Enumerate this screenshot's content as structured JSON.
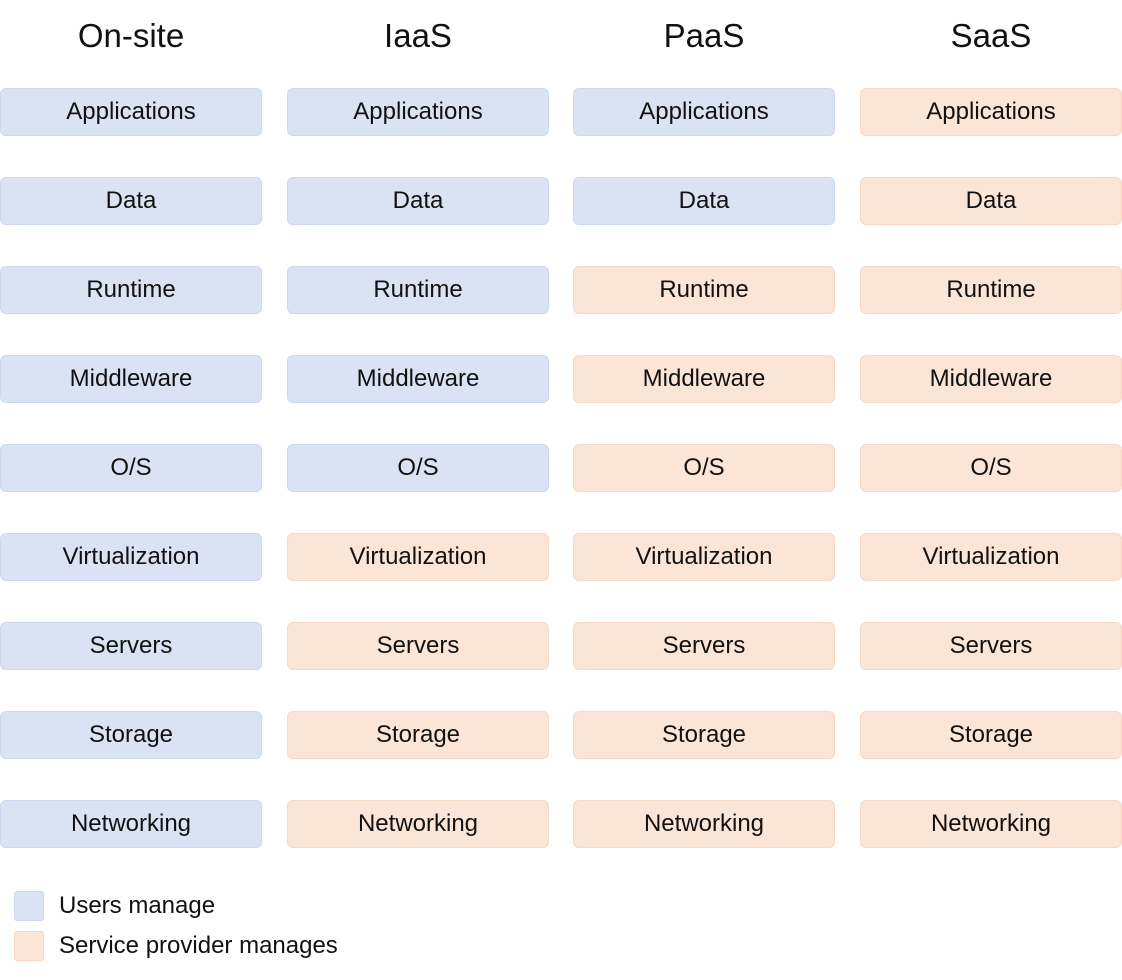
{
  "colors": {
    "user": "#dae3f3",
    "provider": "#fbe5d6",
    "user_border": "#cdd8ee",
    "provider_border": "#f6d9c5"
  },
  "columns": [
    {
      "title": "On-site",
      "layers": [
        {
          "label": "Applications",
          "owner": "user"
        },
        {
          "label": "Data",
          "owner": "user"
        },
        {
          "label": "Runtime",
          "owner": "user"
        },
        {
          "label": "Middleware",
          "owner": "user"
        },
        {
          "label": "O/S",
          "owner": "user"
        },
        {
          "label": "Virtualization",
          "owner": "user"
        },
        {
          "label": "Servers",
          "owner": "user"
        },
        {
          "label": "Storage",
          "owner": "user"
        },
        {
          "label": "Networking",
          "owner": "user"
        }
      ]
    },
    {
      "title": "IaaS",
      "layers": [
        {
          "label": "Applications",
          "owner": "user"
        },
        {
          "label": "Data",
          "owner": "user"
        },
        {
          "label": "Runtime",
          "owner": "user"
        },
        {
          "label": "Middleware",
          "owner": "user"
        },
        {
          "label": "O/S",
          "owner": "user"
        },
        {
          "label": "Virtualization",
          "owner": "provider"
        },
        {
          "label": "Servers",
          "owner": "provider"
        },
        {
          "label": "Storage",
          "owner": "provider"
        },
        {
          "label": "Networking",
          "owner": "provider"
        }
      ]
    },
    {
      "title": "PaaS",
      "layers": [
        {
          "label": "Applications",
          "owner": "user"
        },
        {
          "label": "Data",
          "owner": "user"
        },
        {
          "label": "Runtime",
          "owner": "provider"
        },
        {
          "label": "Middleware",
          "owner": "provider"
        },
        {
          "label": "O/S",
          "owner": "provider"
        },
        {
          "label": "Virtualization",
          "owner": "provider"
        },
        {
          "label": "Servers",
          "owner": "provider"
        },
        {
          "label": "Storage",
          "owner": "provider"
        },
        {
          "label": "Networking",
          "owner": "provider"
        }
      ]
    },
    {
      "title": "SaaS",
      "layers": [
        {
          "label": "Applications",
          "owner": "provider"
        },
        {
          "label": "Data",
          "owner": "provider"
        },
        {
          "label": "Runtime",
          "owner": "provider"
        },
        {
          "label": "Middleware",
          "owner": "provider"
        },
        {
          "label": "O/S",
          "owner": "provider"
        },
        {
          "label": "Virtualization",
          "owner": "provider"
        },
        {
          "label": "Servers",
          "owner": "provider"
        },
        {
          "label": "Storage",
          "owner": "provider"
        },
        {
          "label": "Networking",
          "owner": "provider"
        }
      ]
    }
  ],
  "legend": {
    "user_label": "Users manage",
    "provider_label": "Service provider manages"
  }
}
